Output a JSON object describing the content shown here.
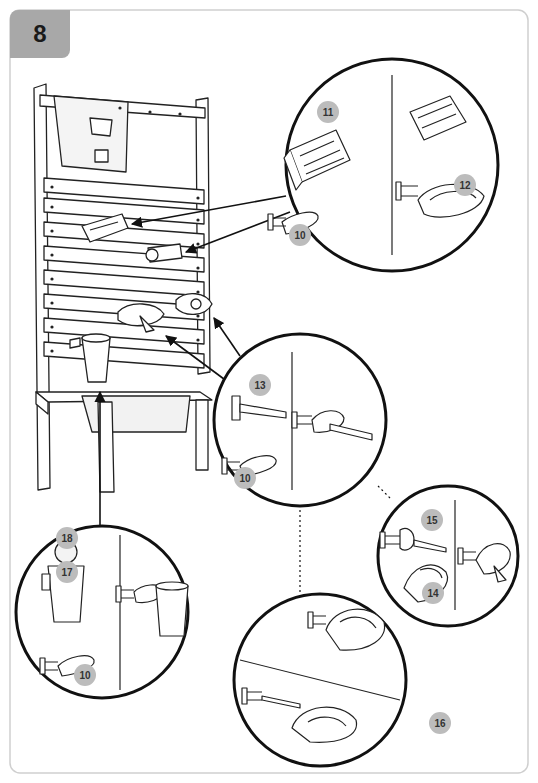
{
  "diagram": {
    "nodes": [
      {
        "text": [
          "8"
        ]
      }
    ],
    "labels": [
      "11",
      "12",
      "10",
      "13",
      "10",
      "18",
      "17",
      "10",
      "15",
      "14",
      "16"
    ]
  }
}
